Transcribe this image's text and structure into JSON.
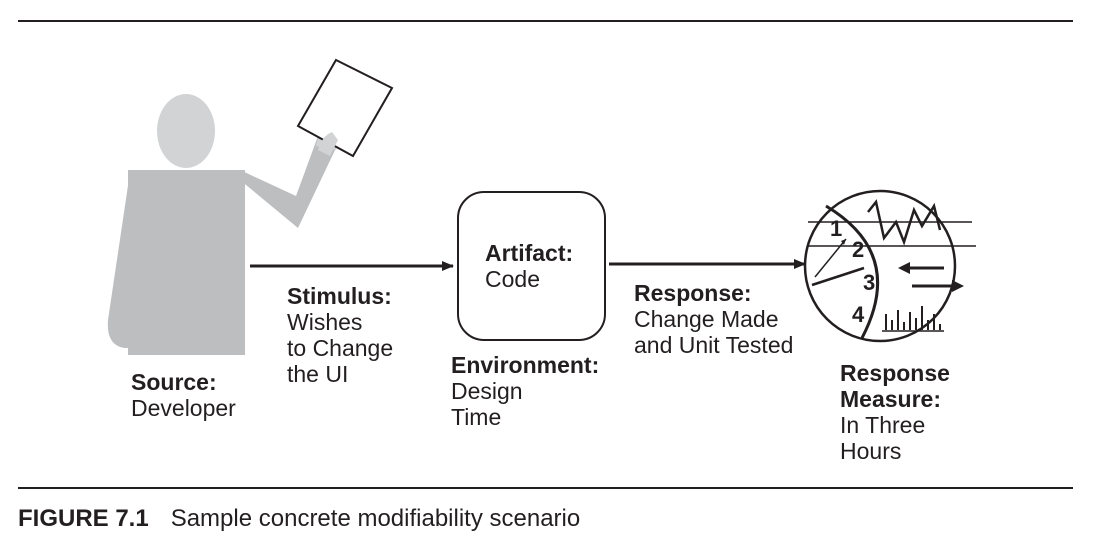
{
  "source": {
    "heading": "Source:",
    "value": "Developer"
  },
  "stimulus": {
    "heading": "Stimulus:",
    "lines": [
      "Wishes",
      "to Change",
      "the UI"
    ]
  },
  "artifact": {
    "heading": "Artifact:",
    "value": "Code"
  },
  "environment": {
    "heading": "Environment:",
    "lines": [
      "Design",
      "Time"
    ]
  },
  "response": {
    "heading": "Response:",
    "lines": [
      "Change Made",
      "and Unit Tested"
    ]
  },
  "response_measure": {
    "heading_lines": [
      "Response",
      "Measure:"
    ],
    "lines": [
      "In Three",
      "Hours"
    ]
  },
  "measure_icon": {
    "numbers": [
      "1",
      "2",
      "3",
      "4"
    ],
    "icon": "dial-with-charts-icon"
  },
  "figure": {
    "number": "FIGURE 7.1",
    "caption": "Sample concrete modifiability scenario"
  },
  "colors": {
    "ink": "#231f20",
    "figure_gray": "#bcbec0",
    "head_gray": "#d1d3d4"
  }
}
